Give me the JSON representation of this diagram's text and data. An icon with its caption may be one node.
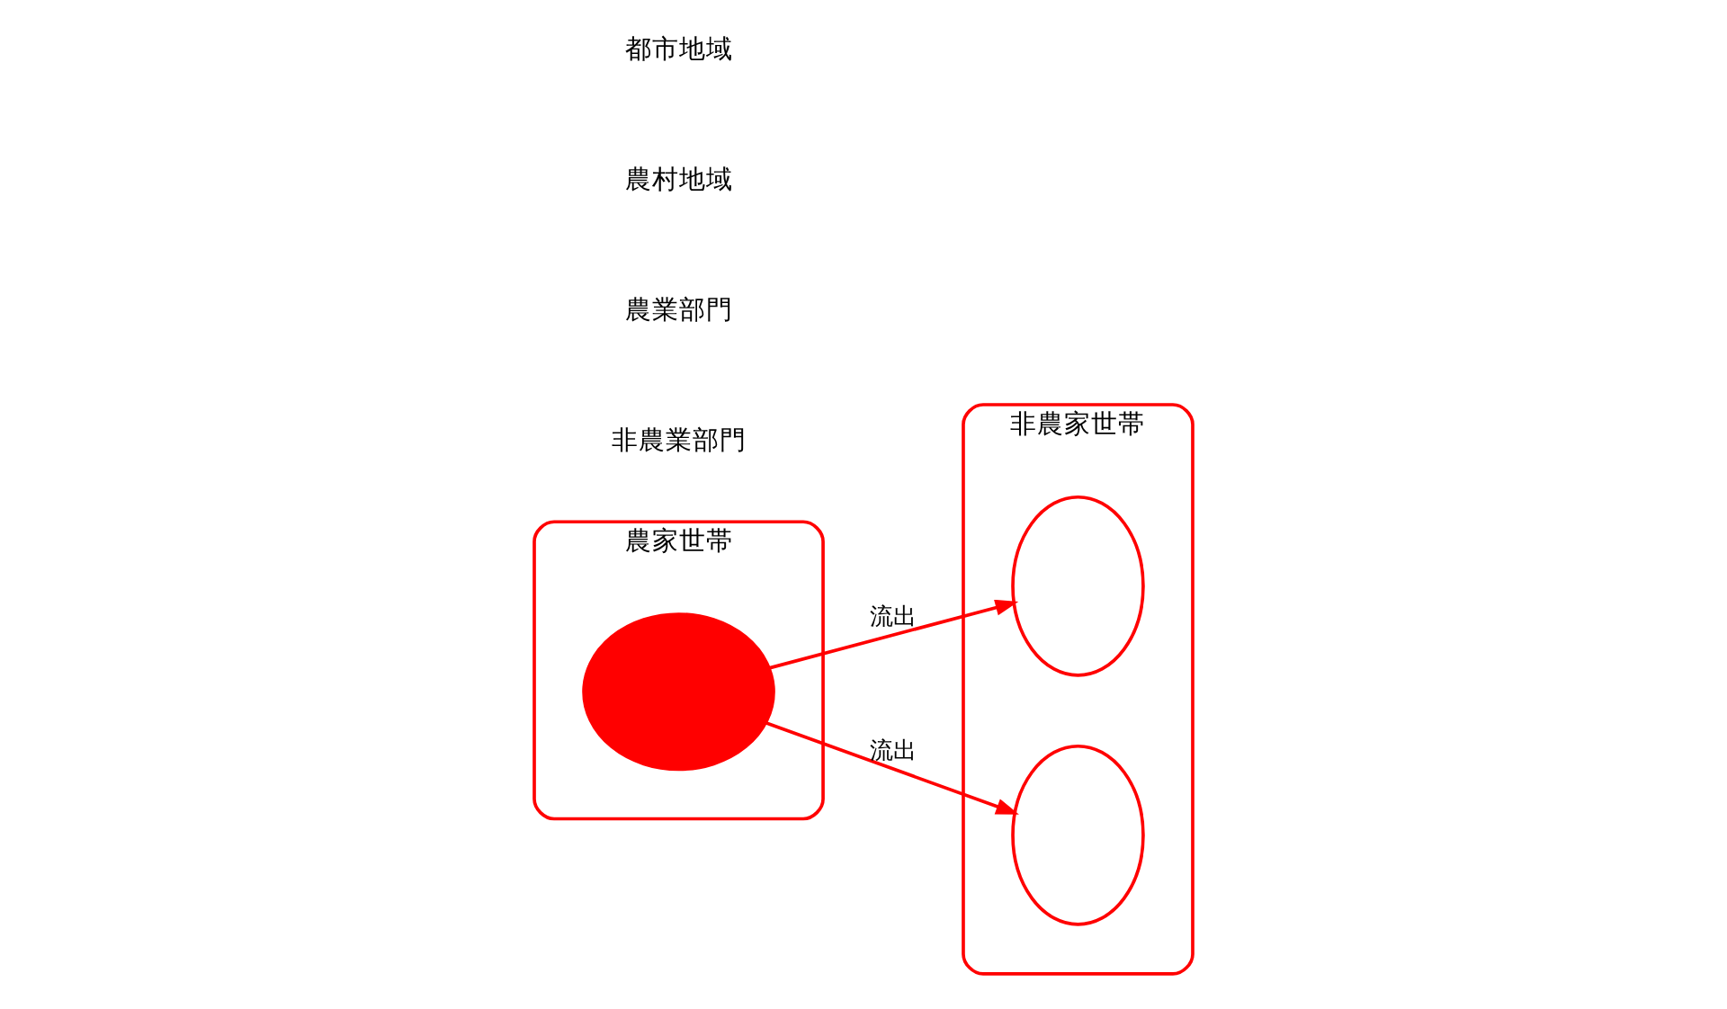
{
  "diagram": {
    "nodes": [
      {
        "text": [
          "農家世帯"
        ]
      },
      {
        "text": [],
        "shape": "ellipse",
        "in": 0
      },
      {
        "text": [
          "非農家世帯"
        ]
      },
      {
        "text": [],
        "shape": "ellipse",
        "in": 2
      },
      {
        "text": [],
        "shape": "ellipse",
        "in": 2
      }
    ],
    "edges": [
      {
        "from": 1,
        "to": 3,
        "arrow": "to",
        "label": "流出"
      },
      {
        "from": 1,
        "to": 4,
        "arrow": "to",
        "label": "流出"
      }
    ],
    "labels": [
      "非農業部門",
      "農業部門",
      "農村地域",
      "都市地域"
    ]
  }
}
